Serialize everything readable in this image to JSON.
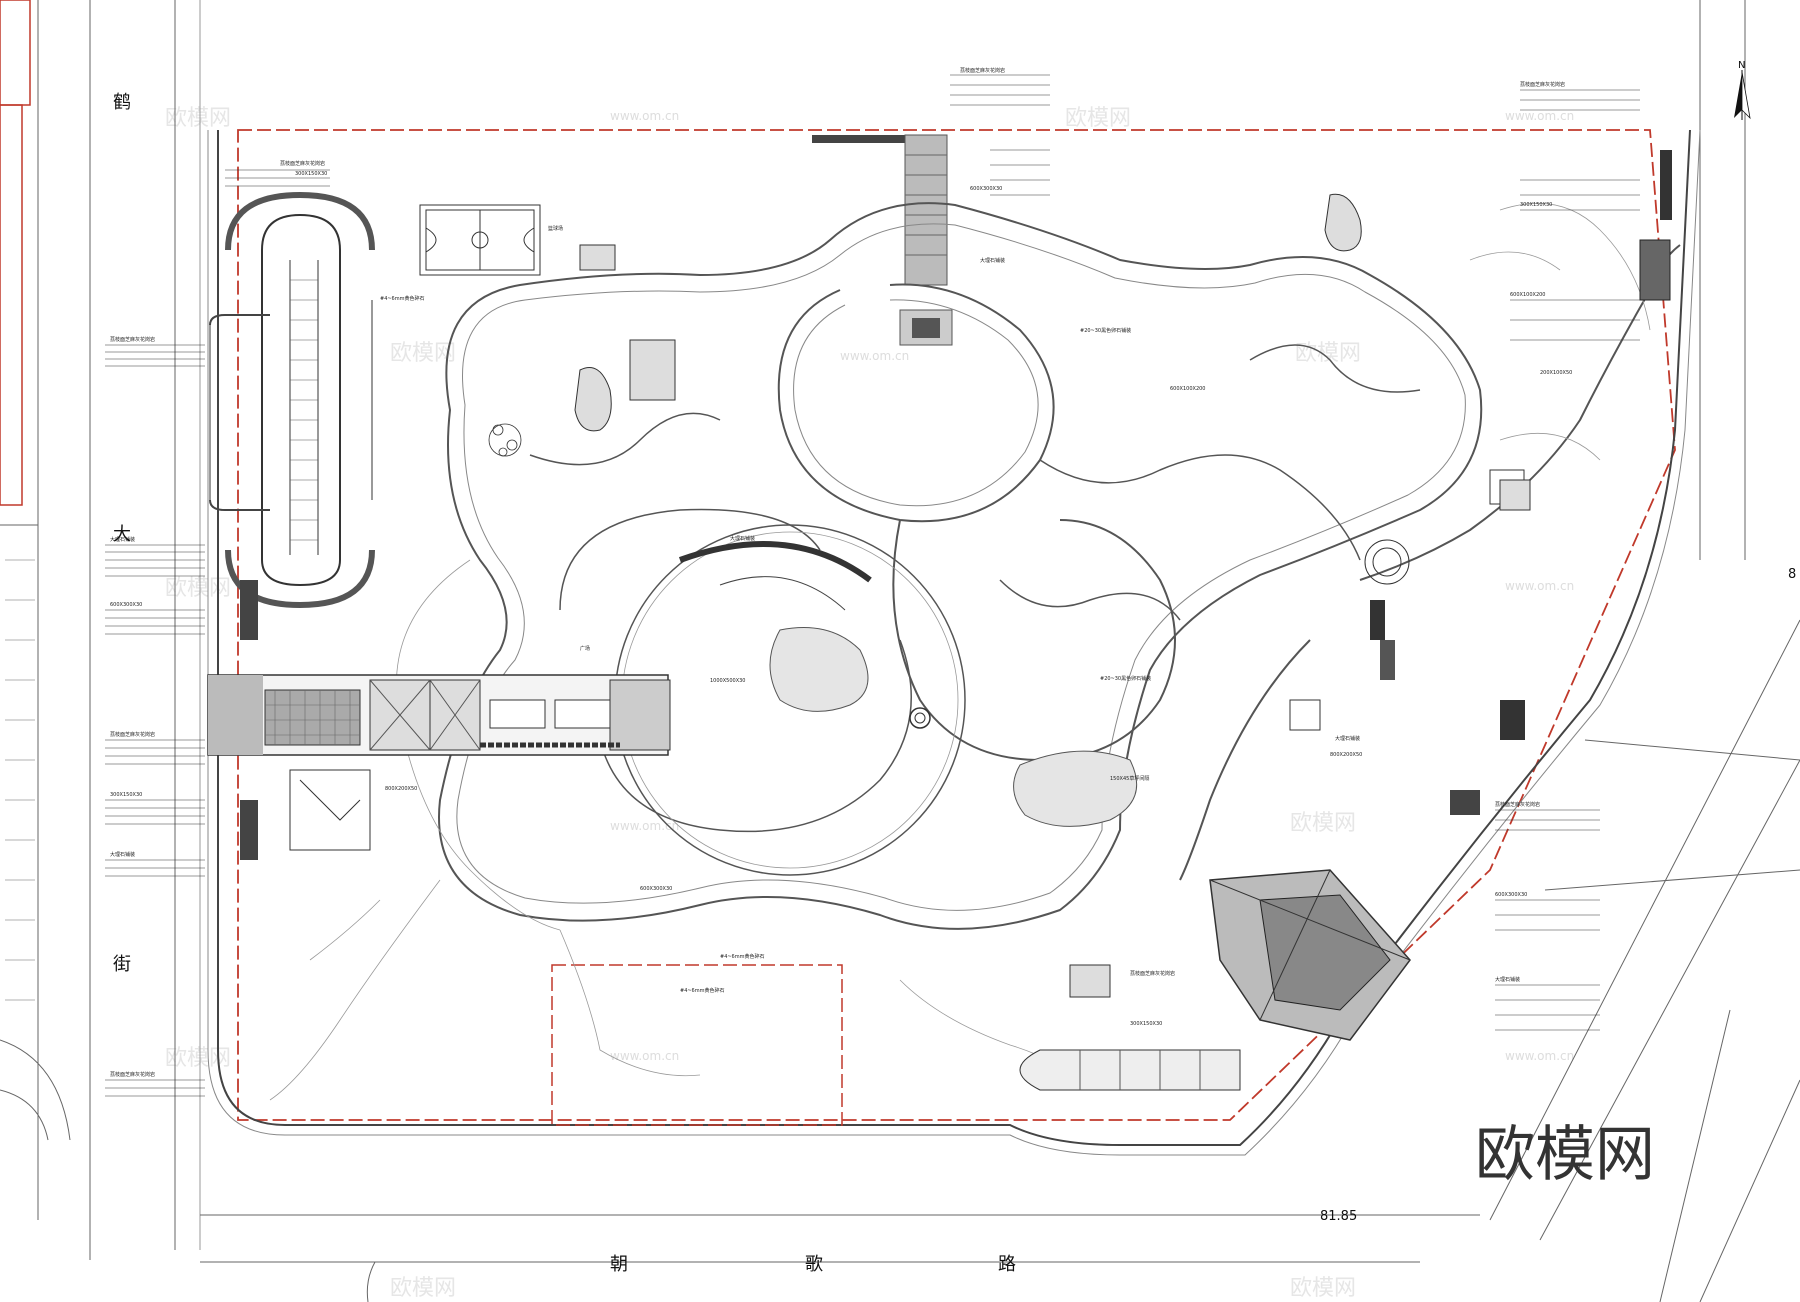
{
  "roads": {
    "west_chars": [
      "鹤",
      "大",
      "街"
    ],
    "south_chars": [
      "朝",
      "歌",
      "路"
    ]
  },
  "elevation": "81.85",
  "edge_mark": "8",
  "north": "N",
  "brand": "欧模网",
  "watermarks": [
    "欧模网",
    "www.om.cn"
  ],
  "colors": {
    "boundary": "#c0392b",
    "path": "#555555",
    "paving": "#888888",
    "dark": "#222222"
  },
  "labels": {
    "court": "篮球场",
    "plaza": "广场",
    "stone_paving": "大理石铺装",
    "granite": "荔枝面芝麻灰花岗岩",
    "pebbles": "#20~30黑色卵石铺装",
    "grass_joint": "150X45草坪间隔",
    "gravel": "#4~6mm黄色碎石",
    "size_a": "600X300X30",
    "size_b": "300X150X30",
    "size_c": "600X100X200",
    "size_d": "200X100X50",
    "size_e": "1000X500X30",
    "size_f": "800X200X50"
  }
}
